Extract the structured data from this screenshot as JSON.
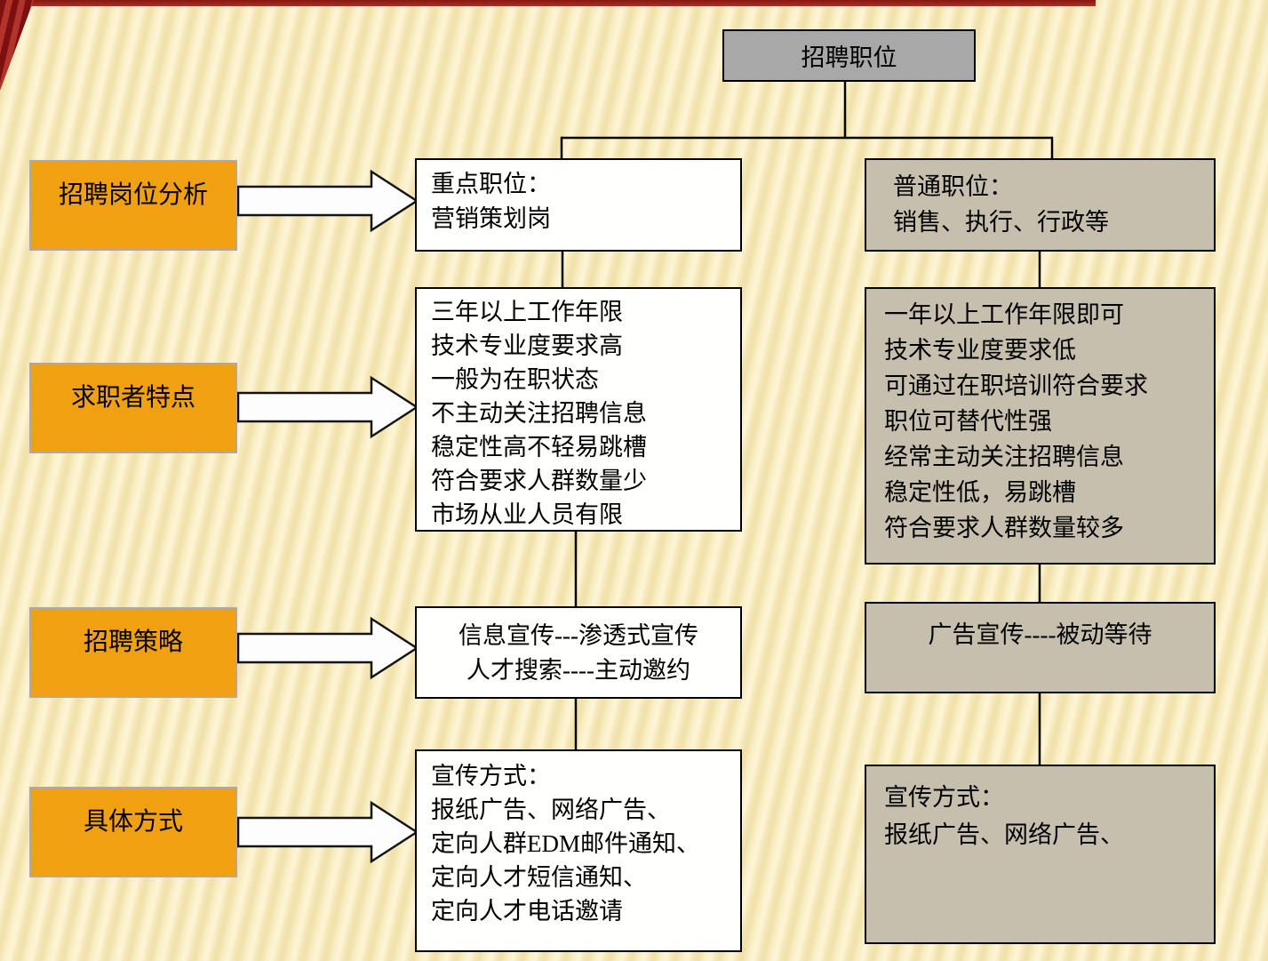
{
  "root": {
    "title": "招聘职位"
  },
  "left_labels": {
    "analysis": "招聘岗位分析",
    "traits": "求职者特点",
    "strategy": "招聘策略",
    "methods": "具体方式"
  },
  "key_column": {
    "position": {
      "lines": [
        "重点职位：",
        "营销策划岗"
      ]
    },
    "traits": {
      "lines": [
        "三年以上工作年限",
        "技术专业度要求高",
        "一般为在职状态",
        "不主动关注招聘信息",
        "稳定性高不轻易跳槽",
        "符合要求人群数量少",
        "市场从业人员有限"
      ]
    },
    "strategy": {
      "lines": [
        "信息宣传---渗透式宣传",
        "人才搜索----主动邀约"
      ]
    },
    "methods": {
      "lines": [
        "宣传方式：",
        "报纸广告、网络广告、",
        "定向人群EDM邮件通知、",
        "定向人才短信通知、",
        "定向人才电话邀请"
      ]
    }
  },
  "general_column": {
    "position": {
      "lines": [
        "普通职位：",
        "销售、执行、行政等"
      ]
    },
    "traits": {
      "lines": [
        "一年以上工作年限即可",
        "技术专业度要求低",
        "可通过在职培训符合要求",
        "职位可替代性强",
        "经常主动关注招聘信息",
        "稳定性低，易跳槽",
        "符合要求人群数量较多"
      ]
    },
    "strategy": {
      "lines": [
        "广告宣传----被动等待"
      ]
    },
    "methods": {
      "lines": [
        "宣传方式：",
        "报纸广告、网络广告、"
      ]
    }
  },
  "colors": {
    "accent_orange": "#F0A011",
    "panel_gray": "#A8A8A8",
    "panel_tan": "#C7BFAE",
    "panel_white": "#FFFFFE",
    "background_base": "#F8EDC2",
    "connector": "#000000",
    "accent_red": "#8C1512"
  }
}
